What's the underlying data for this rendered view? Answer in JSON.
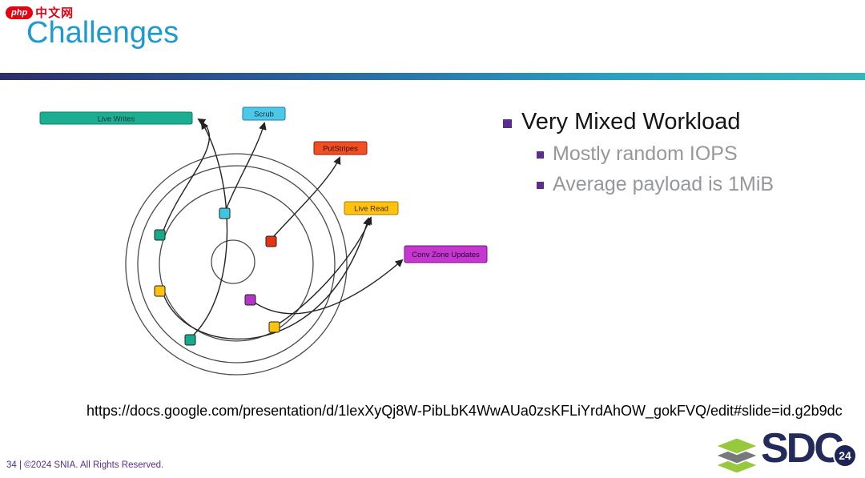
{
  "page": {
    "watermark": {
      "oval": "php",
      "text": "中文网"
    },
    "title": "Challenges"
  },
  "bullets": {
    "main": "Very Mixed Workload",
    "sub": [
      "Mostly random IOPS",
      "Average payload is 1MiB"
    ],
    "bullet_color": "#5c2d91"
  },
  "diagram": {
    "labels": {
      "live_writes": "Live Writes",
      "scrub": "Scrub",
      "put_stripes": "PutStripes",
      "live_read": "Live Read",
      "conv_zone": "Conv Zone Updates"
    },
    "colors": {
      "live_writes": "#1cae93",
      "scrub": "#4fc8e8",
      "put_stripes": "#f04e23",
      "live_read": "#ffc20e",
      "conv_zone": "#c438cf",
      "teal_square": "#18a88b",
      "cyan_square": "#3ec6e0",
      "red_square": "#e63312",
      "yellow_square": "#ffc20e",
      "purple_square": "#b535c8"
    }
  },
  "footer": {
    "url": "https://docs.google.com/presentation/d/1lexXyQj8W-PibLbK4WwAUa0zsKFLiYrdAhOW_gokFVQ/edit#slide=id.g2b9dc",
    "copyright": "34 | ©2024 SNIA. All Rights Reserved.",
    "logo": {
      "text": "SDC",
      "year": "24"
    }
  }
}
